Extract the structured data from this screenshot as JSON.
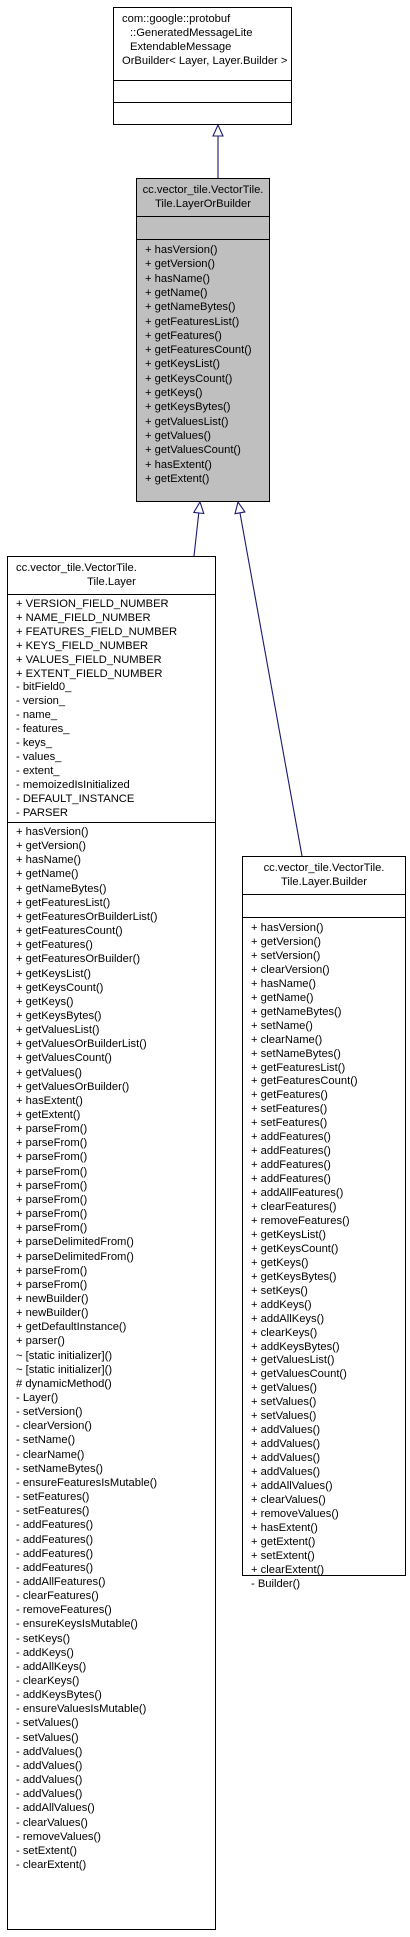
{
  "colors": {
    "edge": "#191970",
    "highlight_box": "#bfbfbf"
  },
  "classes": {
    "base": {
      "title_lines": [
        "com::google::protobuf",
        "::GeneratedMessageLite",
        "ExtendableMessage",
        "OrBuilder< Layer, Layer.Builder >"
      ],
      "attributes": [],
      "methods": []
    },
    "interface": {
      "title_lines": [
        "cc.vector_tile.VectorTile.",
        "Tile.LayerOrBuilder"
      ],
      "attributes": [],
      "methods": [
        "+ hasVersion()",
        "+ getVersion()",
        "+ hasName()",
        "+ getName()",
        "+ getNameBytes()",
        "+ getFeaturesList()",
        "+ getFeatures()",
        "+ getFeaturesCount()",
        "+ getKeysList()",
        "+ getKeysCount()",
        "+ getKeys()",
        "+ getKeysBytes()",
        "+ getValuesList()",
        "+ getValues()",
        "+ getValuesCount()",
        "+ hasExtent()",
        "+ getExtent()"
      ]
    },
    "layer": {
      "title_lines": [
        "cc.vector_tile.VectorTile.",
        "Tile.Layer"
      ],
      "attributes": [
        "+ VERSION_FIELD_NUMBER",
        "+ NAME_FIELD_NUMBER",
        "+ FEATURES_FIELD_NUMBER",
        "+ KEYS_FIELD_NUMBER",
        "+ VALUES_FIELD_NUMBER",
        "+ EXTENT_FIELD_NUMBER",
        "- bitField0_",
        "- version_",
        "- name_",
        "- features_",
        "- keys_",
        "- values_",
        "- extent_",
        "- memoizedIsInitialized",
        "- DEFAULT_INSTANCE",
        "- PARSER"
      ],
      "methods": [
        "+ hasVersion()",
        "+ getVersion()",
        "+ hasName()",
        "+ getName()",
        "+ getNameBytes()",
        "+ getFeaturesList()",
        "+ getFeaturesOrBuilderList()",
        "+ getFeaturesCount()",
        "+ getFeatures()",
        "+ getFeaturesOrBuilder()",
        "+ getKeysList()",
        "+ getKeysCount()",
        "+ getKeys()",
        "+ getKeysBytes()",
        "+ getValuesList()",
        "+ getValuesOrBuilderList()",
        "+ getValuesCount()",
        "+ getValues()",
        "+ getValuesOrBuilder()",
        "+ hasExtent()",
        "+ getExtent()",
        "+ parseFrom()",
        "+ parseFrom()",
        "+ parseFrom()",
        "+ parseFrom()",
        "+ parseFrom()",
        "+ parseFrom()",
        "+ parseFrom()",
        "+ parseFrom()",
        "+ parseDelimitedFrom()",
        "+ parseDelimitedFrom()",
        "+ parseFrom()",
        "+ parseFrom()",
        "+ newBuilder()",
        "+ newBuilder()",
        "+ getDefaultInstance()",
        "+ parser()",
        "~ [static initializer]()",
        "~ [static initializer]()",
        "# dynamicMethod()",
        "- Layer()",
        "- setVersion()",
        "- clearVersion()",
        "- setName()",
        "- clearName()",
        "- setNameBytes()",
        "- ensureFeaturesIsMutable()",
        "- setFeatures()",
        "- setFeatures()",
        "- addFeatures()",
        "- addFeatures()",
        "- addFeatures()",
        "- addFeatures()",
        "- addAllFeatures()",
        "- clearFeatures()",
        "- removeFeatures()",
        "- ensureKeysIsMutable()",
        "- setKeys()",
        "- addKeys()",
        "- addAllKeys()",
        "- clearKeys()",
        "- addKeysBytes()",
        "- ensureValuesIsMutable()",
        "- setValues()",
        "- setValues()",
        "- addValues()",
        "- addValues()",
        "- addValues()",
        "- addValues()",
        "- addAllValues()",
        "- clearValues()",
        "- removeValues()",
        "- setExtent()",
        "- clearExtent()"
      ]
    },
    "builder": {
      "title_lines": [
        "cc.vector_tile.VectorTile.",
        "Tile.Layer.Builder"
      ],
      "attributes": [],
      "methods": [
        "+ hasVersion()",
        "+ getVersion()",
        "+ setVersion()",
        "+ clearVersion()",
        "+ hasName()",
        "+ getName()",
        "+ getNameBytes()",
        "+ setName()",
        "+ clearName()",
        "+ setNameBytes()",
        "+ getFeaturesList()",
        "+ getFeaturesCount()",
        "+ getFeatures()",
        "+ setFeatures()",
        "+ setFeatures()",
        "+ addFeatures()",
        "+ addFeatures()",
        "+ addFeatures()",
        "+ addFeatures()",
        "+ addAllFeatures()",
        "+ clearFeatures()",
        "+ removeFeatures()",
        "+ getKeysList()",
        "+ getKeysCount()",
        "+ getKeys()",
        "+ getKeysBytes()",
        "+ setKeys()",
        "+ addKeys()",
        "+ addAllKeys()",
        "+ clearKeys()",
        "+ addKeysBytes()",
        "+ getValuesList()",
        "+ getValuesCount()",
        "+ getValues()",
        "+ setValues()",
        "+ setValues()",
        "+ addValues()",
        "+ addValues()",
        "+ addValues()",
        "+ addValues()",
        "+ addAllValues()",
        "+ clearValues()",
        "+ removeValues()",
        "+ hasExtent()",
        "+ getExtent()",
        "+ setExtent()",
        "+ clearExtent()",
        "- Builder()"
      ]
    }
  }
}
